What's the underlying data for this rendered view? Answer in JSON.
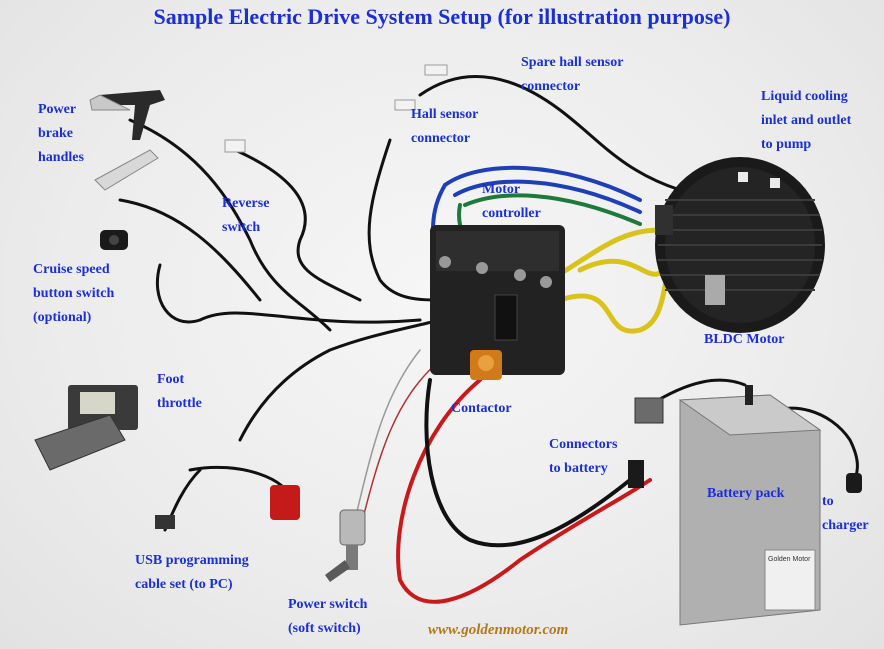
{
  "title": "Sample Electric Drive System Setup (for illustration purpose)",
  "website": "www.goldenmotor.com",
  "colors": {
    "label": "#1a2fd8",
    "website": "#b07a16",
    "background": "#efefef"
  },
  "labels": {
    "power_brake": [
      "Power",
      "brake",
      "handles"
    ],
    "reverse_switch": [
      "Reverse",
      "switch"
    ],
    "cruise_switch": [
      "Cruise speed",
      "button switch",
      "(optional)"
    ],
    "foot_throttle": [
      "Foot",
      "throttle"
    ],
    "usb_cable": [
      "USB programming",
      "cable set (to PC)"
    ],
    "power_switch": [
      "Power switch",
      "(soft switch)"
    ],
    "contactor": [
      "Contactor"
    ],
    "hall_sensor": [
      "Hall sensor",
      "connector"
    ],
    "spare_hall_sensor": [
      "Spare hall sensor",
      "connector"
    ],
    "motor_controller": [
      "Motor",
      "controller"
    ],
    "liquid_cooling": [
      "Liquid cooling",
      "inlet and outlet",
      "to pump"
    ],
    "bldc_motor": [
      "BLDC Motor"
    ],
    "connectors_battery": [
      "Connectors",
      "to battery"
    ],
    "battery_pack": [
      "Battery pack"
    ],
    "to_charger": [
      "to",
      "charger"
    ],
    "battery_brand": "Golden Motor"
  }
}
